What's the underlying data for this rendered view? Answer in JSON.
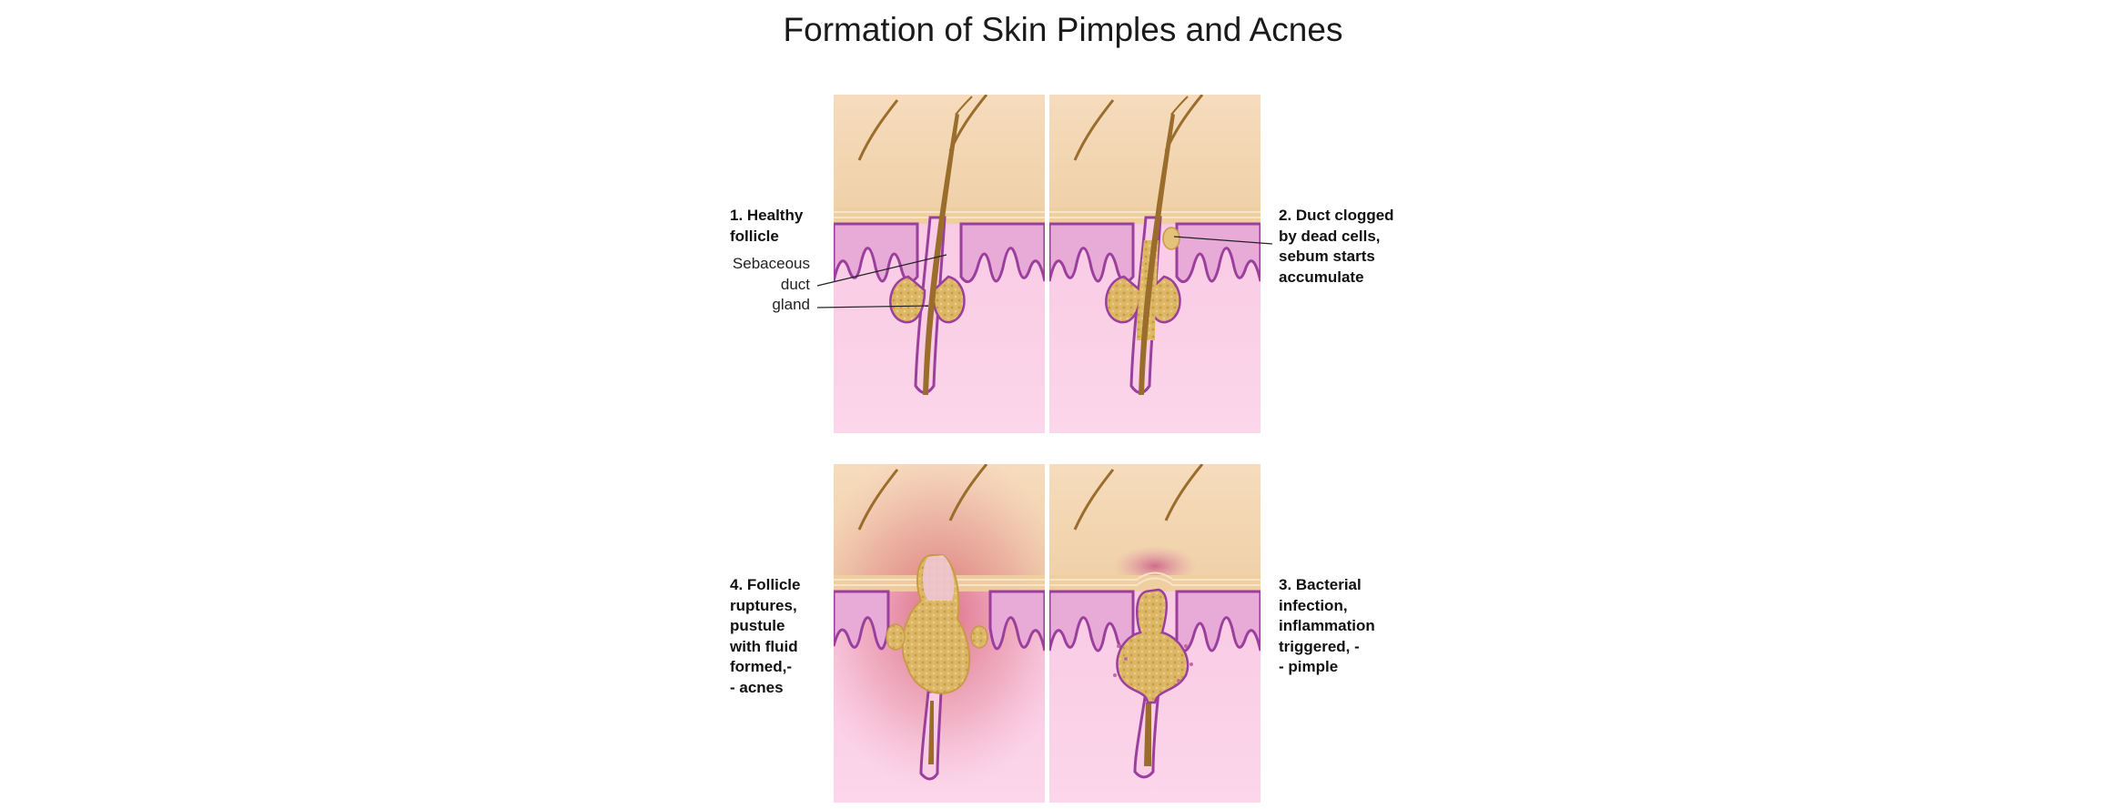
{
  "title": "Formation of Skin Pimples and Acnes",
  "panels": {
    "healthy": {
      "label_line1": "1. Healthy",
      "label_line2": "follicle",
      "callout_sebaceous": "Sebaceous",
      "callout_duct": "duct",
      "callout_gland": "gland"
    },
    "clogged": {
      "label_line1": "2. Duct clogged",
      "label_line2": "by dead cells,",
      "label_line3": "sebum starts",
      "label_line4": "accumulate"
    },
    "pimple": {
      "label_line1": "3. Bacterial",
      "label_line2": "infection,",
      "label_line3": "inflammation",
      "label_line4": "triggered, -",
      "label_line5": "- pimple"
    },
    "acne": {
      "label_line1": "4. Follicle",
      "label_line2": "ruptures,",
      "label_line3": "pustule",
      "label_line4": "with fluid",
      "label_line5": "formed,-",
      "label_line6": "- acnes"
    }
  },
  "colors": {
    "epidermis": "#f3d6b4",
    "epidermis_dark": "#e8c29a",
    "dermis": "#fbd0e6",
    "dermis_border": "#9b3f9d",
    "hair": "#9a6d2c",
    "sebum": "#d9b25a",
    "inflammation": "#d65b6b"
  }
}
